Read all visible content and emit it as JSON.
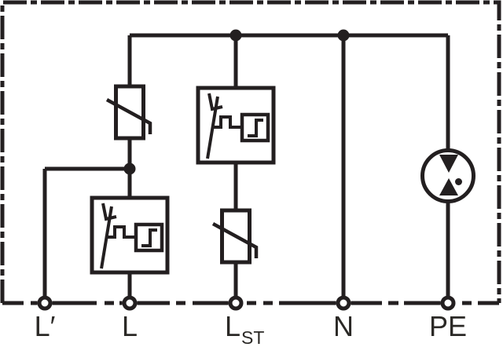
{
  "diagram": {
    "kind": "surge-protective-device-circuit-schematic",
    "colors": {
      "line": "#231f20",
      "background": "#ffffff"
    },
    "terminals": [
      {
        "id": "l-prime",
        "label": "L′"
      },
      {
        "id": "l",
        "label": "L"
      },
      {
        "id": "l-st",
        "label": "L",
        "sub": "ST"
      },
      {
        "id": "n",
        "label": "N"
      },
      {
        "id": "pe",
        "label": "PE"
      }
    ],
    "component_icons": [
      "varistor-icon",
      "triggered-spark-gap-box-icon",
      "triggered-spark-gap-box-icon",
      "varistor-icon",
      "spark-gap-circle-icon"
    ]
  }
}
